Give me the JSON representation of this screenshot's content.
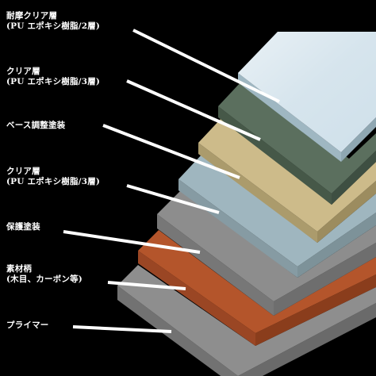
{
  "colors": {
    "background": "#000000",
    "leader_line": "#ffffff"
  },
  "layers": [
    {
      "label_lines": [
        "耐摩クリア層",
        "(PU エポキシ樹脂/2層)"
      ],
      "top": "#cfe0ea",
      "front": "#8fa7b2",
      "side": "#9fb7c2"
    },
    {
      "label_lines": [
        "クリア層",
        "(PU エポキシ樹脂/3層)"
      ],
      "top": "#5b6f5e",
      "front": "#3e4f42",
      "side": "#465848"
    },
    {
      "label_lines": [
        "ベース調整塗装"
      ],
      "top": "#cdbb8a",
      "front": "#9c8c5f",
      "side": "#ab9b6c"
    },
    {
      "label_lines": [
        "クリア層",
        "(PU エポキシ樹脂/3層)"
      ],
      "top": "#9fb6bf",
      "front": "#7d9299",
      "side": "#869ba3"
    },
    {
      "label_lines": [
        "保護塗装"
      ],
      "top": "#8d8d8d",
      "front": "#6e6e6e",
      "side": "#777777"
    },
    {
      "label_lines": [
        "素材柄",
        "(木目、カーボン等)"
      ],
      "top": "#b4552b",
      "front": "#8a3d1c",
      "side": "#9a4624"
    },
    {
      "label_lines": [
        "プライマー"
      ],
      "top": "#8e8e8e",
      "front": "#6a6a6a",
      "side": "#727272"
    }
  ]
}
